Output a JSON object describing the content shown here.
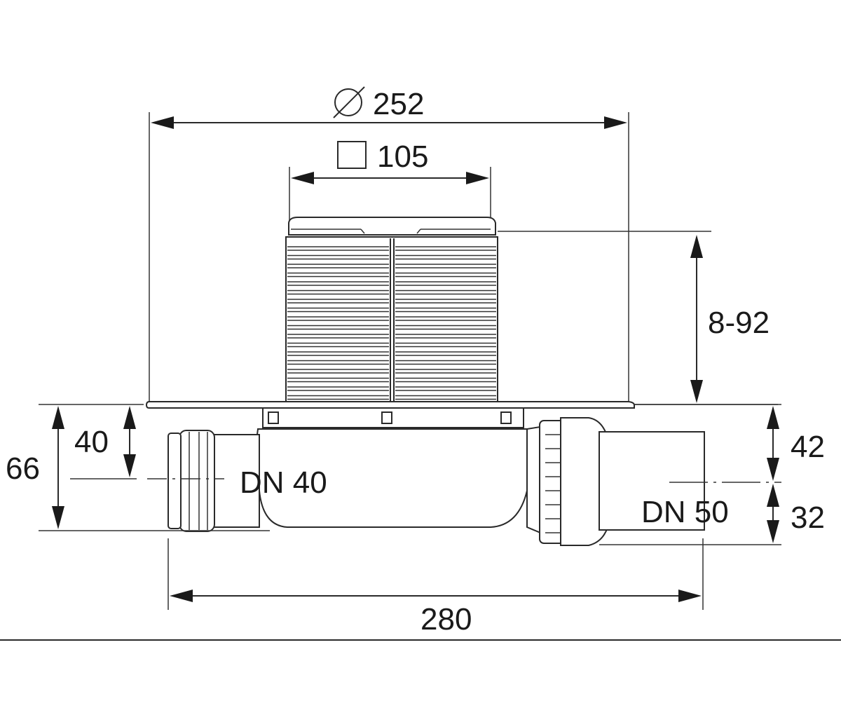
{
  "dimensions": {
    "flange_diameter": "252",
    "grate_square": "105",
    "height_range": "8-92",
    "outlet_right_upper": "42",
    "outlet_right_lower": "32",
    "outlet_left_height": "40",
    "total_height_left": "66",
    "overall_length": "280"
  },
  "labels": {
    "outlet_left": "DN 40",
    "outlet_right": "DN 50"
  },
  "colors": {
    "line": "#2a2a2a",
    "text": "#1a1a1a",
    "background": "#ffffff"
  }
}
